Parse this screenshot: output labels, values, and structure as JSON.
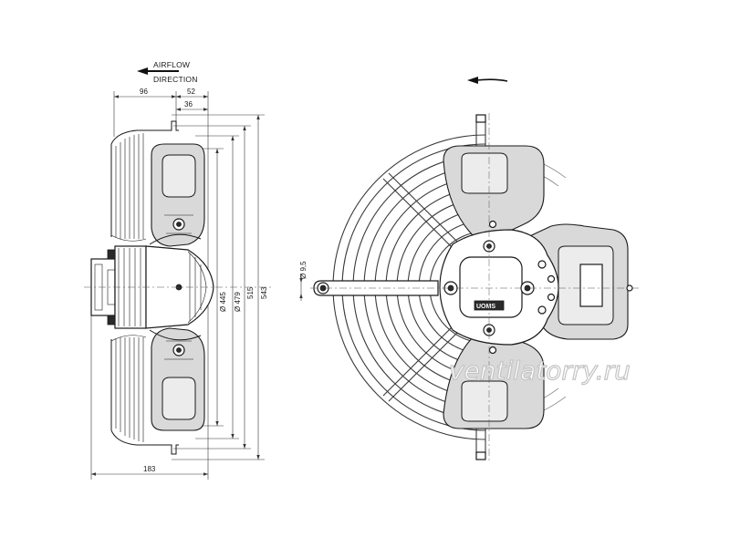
{
  "airflow": {
    "line1": "AIRFLOW",
    "line2": "DIRECTION"
  },
  "side_view": {
    "dim_top_left": "96",
    "dim_top_right": "52",
    "dim_top_small": "36",
    "dim_bottom": "183",
    "dia_445": "Ø 445",
    "dia_479": "Ø 479",
    "dim_515": "515",
    "dim_543": "543"
  },
  "front_view": {
    "hole_dia": "Ø 9,5",
    "motor_logo": "UOMS"
  },
  "watermark": {
    "text": "ventilatorry.ru"
  }
}
